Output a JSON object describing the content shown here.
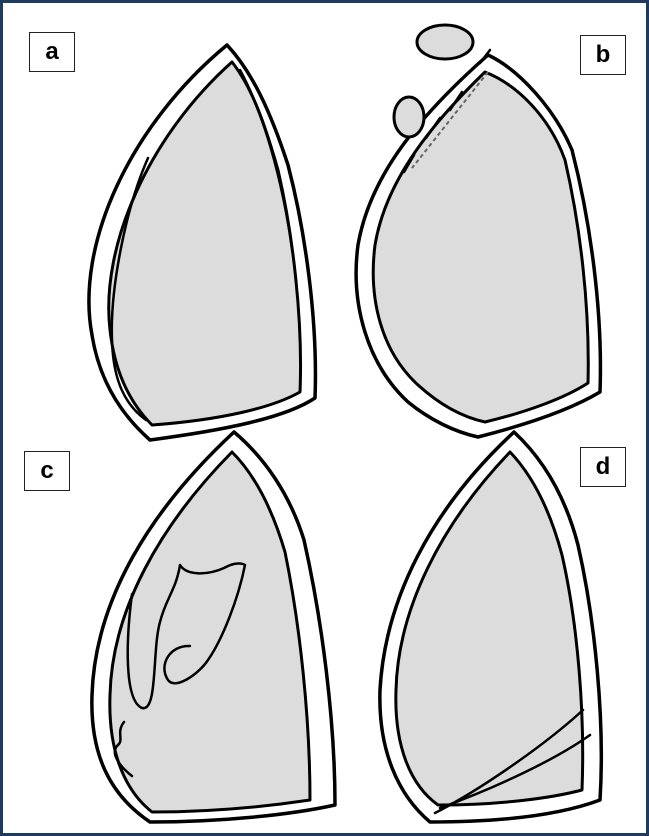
{
  "panels": [
    {
      "id": "a",
      "label": "a"
    },
    {
      "id": "b",
      "label": "b"
    },
    {
      "id": "c",
      "label": "c"
    },
    {
      "id": "d",
      "label": "d"
    }
  ],
  "colors": {
    "frame_border": "#1f3a5f",
    "outline": "#000000",
    "fill": "#dcdcdc",
    "background": "#ffffff"
  }
}
